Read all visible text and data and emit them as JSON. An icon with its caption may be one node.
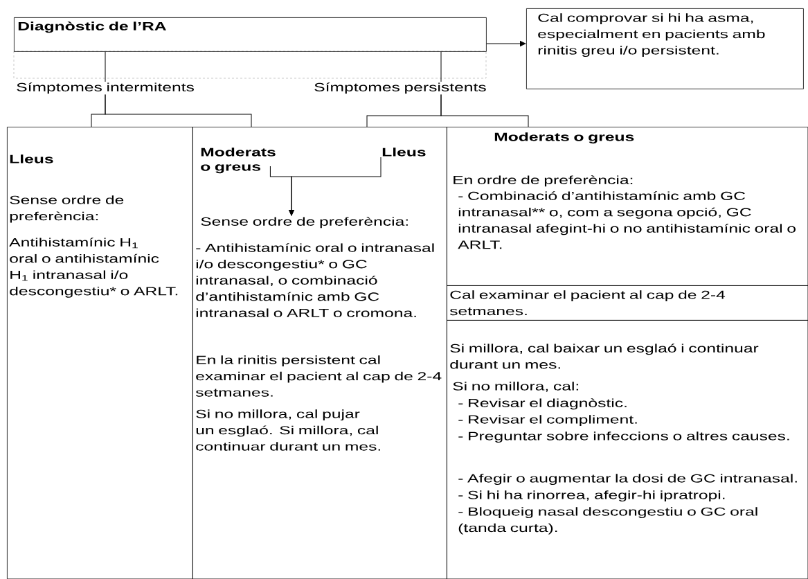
{
  "diagram": {
    "nodes": [
      {
        "text": [
          "Diagnòstic de l’RA"
        ]
      },
      {
        "text": [
          "Cal comprovar si hi ha asma, especialment en pacients amb rinitis greu i/o persistent."
        ]
      },
      {
        "text": [
          "Símptomes intermitents"
        ]
      },
      {
        "text": [
          "Símptomes persistents"
        ]
      },
      {
        "text": [
          "Lleus",
          "Sense ordre de preferència:",
          "Antihistamínic H$_{1}$ oral o antihistamínic H$_{1}$ intranasal i/o descongestiu* o ARLT."
        ]
      },
      {
        "text": [
          "- Antihistamínic oral o intranasal i/o descongestiu* o GC intranasal, o combinació d’antihistamínic amb GC intranasal o ARLT o cromona.",
          "En la rinitis persistent cal examinar el pacient al cap de 2-4 setmanes.",
          "Si no millora, cal pujar un esglaó. Si millora, cal continuar durant un mes."
        ]
      },
      {
        "text": [
          "Moderats o greus"
        ],
        "in": 5
      },
      {
        "text": [
          "Lleus"
        ],
        "in": 5
      },
      {
        "text": [
          "Sense ordre de preferència:"
        ],
        "in": 5
      },
      {
        "text": [
          "Moderats o greus",
          "En ordre de preferència:",
          "- Combinació d’antihistamínic amb GC intranasal** o, com a segona opció, GC intranasal afegint-hi o no antihistamínic oral o ARLT."
        ]
      },
      {
        "text": [
          "Cal examinar el pacient al cap de 2-4 setmanes."
        ]
      },
      {
        "text": [
          "Si millora, cal baixar un esglaó i continuar durant un mes.",
          "Si no millora, cal:",
          "- Revisar el diagnòstic.",
          "- Revisar el compliment.",
          "- Preguntar sobre infeccions o altres causes.",
          "- Afegir o augmentar la dosi de GC intranasal.",
          "- Si hi ha rinorrea, afegir-hi ipratropi.",
          "- Bloqueig nasal descongestiu o GC oral (tanda curta)."
        ]
      }
    ],
    "edges": [
      {
        "from": 0,
        "to": 1,
        "arrow": "to"
      },
      {
        "from": 0,
        "to": 2,
        "arrow": "none"
      },
      {
        "from": 0,
        "to": 3,
        "arrow": "none"
      },
      {
        "from": 2,
        "to": 4,
        "arrow": "none"
      },
      {
        "from": 2,
        "to": 5,
        "arrow": "none"
      },
      {
        "from": 3,
        "to": 5,
        "arrow": "none"
      },
      {
        "from": 3,
        "to": 9,
        "arrow": "none"
      },
      {
        "from": 6,
        "to": 8,
        "arrow": "to"
      },
      {
        "from": 7,
        "to": 8,
        "arrow": "to"
      }
    ]
  }
}
